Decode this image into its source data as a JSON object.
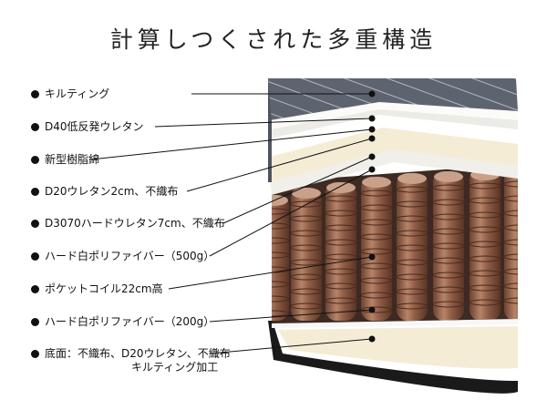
{
  "title": "計算しつくされた多重構造",
  "layers": [
    {
      "label": "キルティング"
    },
    {
      "label": "D40低反発ウレタン"
    },
    {
      "label": "新型樹脂綿"
    },
    {
      "label": "D20ウレタン2cm、不織布"
    },
    {
      "label": "D3070ハードウレタン7cm、不織布"
    },
    {
      "label": "ハード白ポリファイバー（500g）"
    },
    {
      "label": "ポケットコイル22cm高"
    },
    {
      "label": "ハード白ポリファイバー（200g）"
    },
    {
      "label": "底面：不織布、D20ウレタン、不織布",
      "label_line2": "キルティング加工"
    }
  ],
  "colors": {
    "fabric": "#5d6470",
    "coil": "#8a5a42",
    "coil_highlight": "#c9a08a",
    "foam_cream": "#f5ecd6",
    "border_black": "#1a1a1a"
  }
}
